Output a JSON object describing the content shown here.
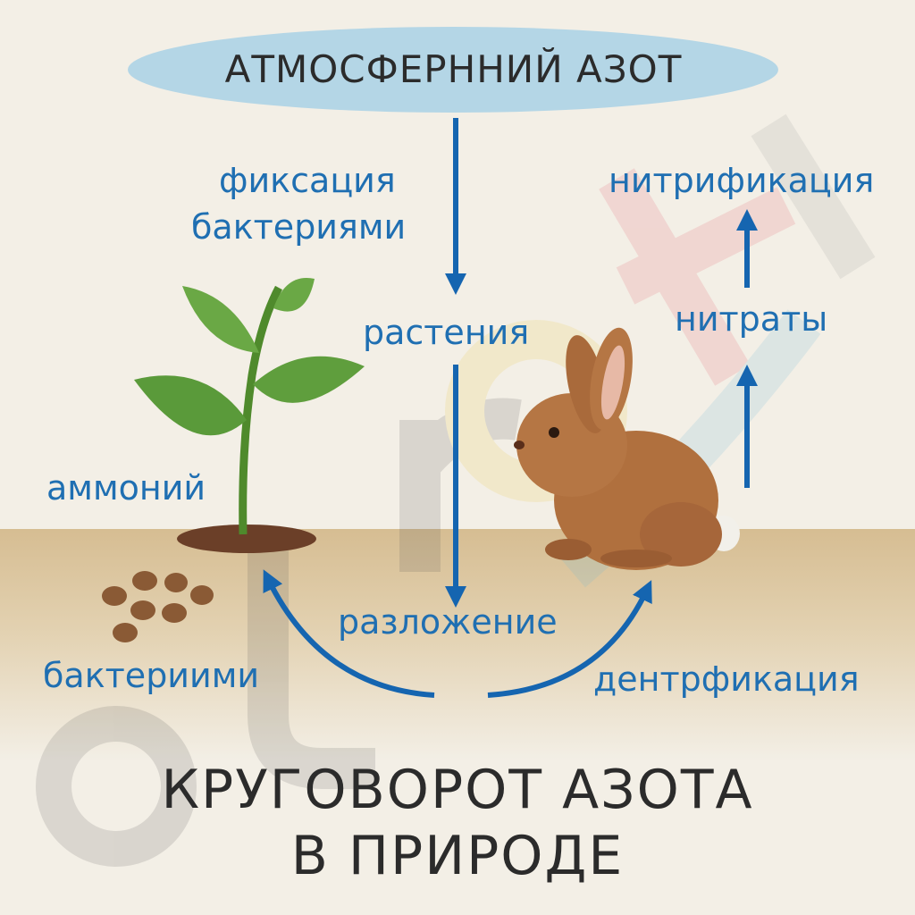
{
  "atmosphere_label": "АТМОСФЕРННИЙ АЗОТ",
  "labels": {
    "fixation_line1": "фиксация",
    "fixation_line2": "бактериями",
    "plants": "растения",
    "nitrification": "нитрификация",
    "nitrates": "нитраты",
    "ammonium": "аммоний",
    "decomposition": "разложение",
    "bacteria": "бактериими",
    "denitrification": "дентрфикация"
  },
  "title": {
    "line1": "КРУГОВОРОТ АЗОТА",
    "line2": "В ПРИРОДЕ"
  },
  "colors": {
    "label_blue": "#1f6fb2",
    "arrow_blue": "#1565b0",
    "sky_ellipse": "#b4d6e6",
    "soil": "#d8c29b",
    "background": "#f3efe6",
    "title_text": "#2b2b2b",
    "leaf_green": "#5a9a3a",
    "rabbit_brown": "#b0703e"
  },
  "watermark": "eurokI"
}
